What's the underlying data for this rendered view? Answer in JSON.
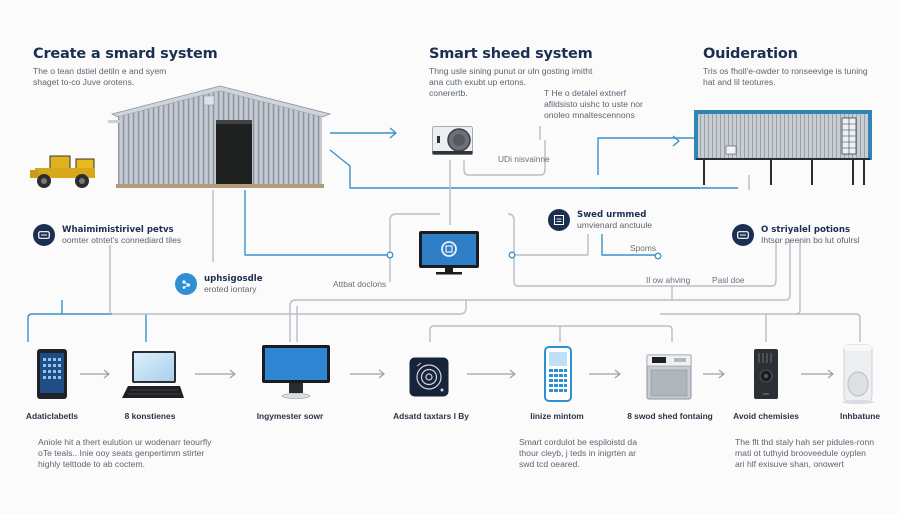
{
  "sections": [
    {
      "title": "Create a smard system",
      "description": [
        "The o tean dstiel detiln e and syem",
        "shaget to-co Juve orotens."
      ]
    },
    {
      "title": "Smart sheed system",
      "description": [
        "Thng usle sining punut or uln gosting imitht",
        "ana cuth exubt up ertons.",
        "conerertb."
      ]
    },
    {
      "title": "Ouideration",
      "description": [
        "Tris os fholl'e-owder to ronseevige is tuning",
        "hat and lil teotures."
      ]
    }
  ],
  "callouts": {
    "shed_detail": [
      "T He o detalel extnerf",
      "afildsisto uishc to uste nor",
      "onoleo mnaltescennons"
    ],
    "unit_label": "UDi nisvainne",
    "abt_label": "Attbat doclons",
    "spoms_label": "Spoms",
    "flow_label": "Il ow ahving",
    "pasl_label": "Pasl doe"
  },
  "notes": [
    {
      "title": "Whaimimistirivel petvs",
      "subtitle": "oomter otntet's connediard tiles",
      "icon": "card-icon",
      "color": "#1c2e52"
    },
    {
      "title": "uphsigosdle",
      "subtitle": "eroted iontary",
      "icon": "network-icon",
      "color": "#2f8fd3"
    },
    {
      "title": "Swed urmmed",
      "subtitle": "umvienard anctuule",
      "icon": "chip-icon",
      "color": "#1c2e52"
    },
    {
      "title": "O striyalel potions",
      "subtitle": "Ihtsor peenin bo lut ofulrsl",
      "icon": "card-icon",
      "color": "#1c2e52"
    }
  ],
  "devices": [
    {
      "label": "Adaticlabetls",
      "icon": "tablet-icon"
    },
    {
      "label": "8 konstienes",
      "icon": "laptop-icon"
    },
    {
      "label": "Ingymester sowr",
      "icon": "monitor-icon"
    },
    {
      "label": "Adsatd taxtars I By",
      "icon": "speaker-icon"
    },
    {
      "label": "linize mintom",
      "icon": "phone-icon"
    },
    {
      "label": "8 swod shed fontaing",
      "icon": "appliance-icon"
    },
    {
      "label": "Avoid chemisies",
      "icon": "heater-icon"
    },
    {
      "label": "Inhbatune",
      "icon": "purifier-icon"
    }
  ],
  "footnotes": [
    [
      "Aniole hit a thert eulution ur wodenarr teourfly",
      "oTe teals.. Inie ooy seats genpertimm stirter",
      "highly telttode to ab coctem."
    ],
    [
      "Smart cordulot be espiloistd da",
      "thour cleyb, j teds in inigrten ar",
      "swd tcd oeared."
    ],
    [
      "The flt thd staly hah ser pidules-ronn",
      "mati ot tuthyid brooveedule oyplen",
      "ari hlf exisuve shan, onowert"
    ]
  ],
  "colors": {
    "accent_blue": "#2f8fc4",
    "navy": "#1c2e52",
    "wire_gray": "#b9bec6"
  }
}
